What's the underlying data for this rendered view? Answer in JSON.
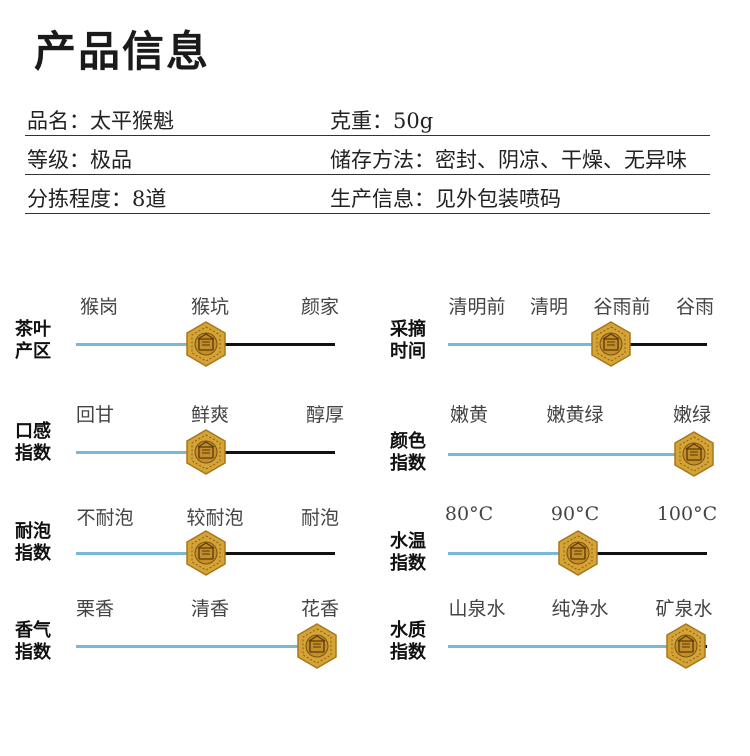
{
  "title": "产品信息",
  "info": [
    {
      "left": "品名：太平猴魁",
      "right": "克重：50g"
    },
    {
      "left": "等级：极品",
      "right": "储存方法：密封、阴凉、干燥、无异味"
    },
    {
      "left": "分拣程度：8道",
      "right": "生产信息：见外包装喷码"
    }
  ],
  "scales": [
    {
      "label": [
        "茶叶",
        "产区"
      ],
      "ticks": [
        "猴岗",
        "猴坑",
        "颜家"
      ],
      "level": 0.5
    },
    {
      "label": [
        "采摘",
        "时间"
      ],
      "ticks": [
        "清明前",
        "清明",
        "谷雨前",
        "谷雨"
      ],
      "level": 0.63
    },
    {
      "label": [
        "口感",
        "指数"
      ],
      "ticks": [
        "回甘",
        "鲜爽",
        "醇厚"
      ],
      "level": 0.5
    },
    {
      "label": [
        "颜色",
        "指数"
      ],
      "ticks": [
        "嫩黄",
        "嫩黄绿",
        "嫩绿"
      ],
      "level": 0.95
    },
    {
      "label": [
        "耐泡",
        "指数"
      ],
      "ticks": [
        "不耐泡",
        "较耐泡",
        "耐泡"
      ],
      "level": 0.5
    },
    {
      "label": [
        "水温",
        "指数"
      ],
      "ticks": [
        "80°C",
        "90°C",
        "100°C"
      ],
      "level": 0.5
    },
    {
      "label": [
        "香气",
        "指数"
      ],
      "ticks": [
        "栗香",
        "清香",
        "花香"
      ],
      "level": 0.93
    },
    {
      "label": [
        "水质",
        "指数"
      ],
      "ticks": [
        "山泉水",
        "纯净水",
        "矿泉水"
      ],
      "level": 0.92
    }
  ],
  "colors": {
    "track_filled": "#7ab8d6",
    "track_empty": "#111111",
    "badge_gold": "#d4a437"
  }
}
